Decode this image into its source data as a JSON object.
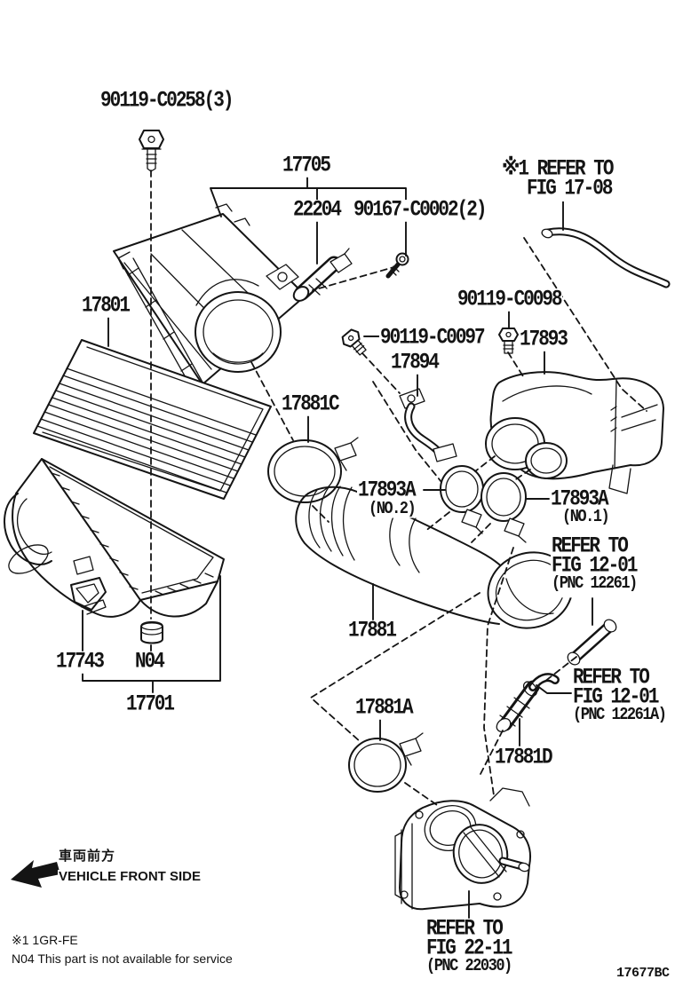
{
  "figure": {
    "code": "17677BC"
  },
  "callouts": {
    "bolt_90119_C0258": "90119-C0258(3)",
    "cap_17705": "17705",
    "maf_22204": "22204",
    "screw_90167": "90167-C0002(2)",
    "bolt_90119_C0098": "90119-C0098",
    "bolt_90119_C0097": "90119-C0097",
    "resonator_17893": "17893",
    "bracket_17894": "17894",
    "element_17801": "17801",
    "clamp_17881C": "17881C",
    "clamp_17893A": "17893A",
    "clamp_17893A_no2_note": "(NO.2)",
    "clamp_17893A_no1_note": "(NO.1)",
    "hose_17881": "17881",
    "clip_17743": "17743",
    "grommet_N04": "N04",
    "case_17701": "17701",
    "clamp_17881A": "17881A",
    "hose_17881D": "17881D"
  },
  "references": {
    "fig_17_08": {
      "line1": "※1 REFER TO",
      "line2": "FIG 17-08"
    },
    "fig_12_01_a": {
      "line1": "REFER TO",
      "line2": "FIG 12-01",
      "line3": "(PNC 12261)"
    },
    "fig_12_01_b": {
      "line1": "REFER TO",
      "line2": "FIG 12-01",
      "line3": "(PNC 12261A)"
    },
    "fig_22_11": {
      "line1": "REFER TO",
      "line2": "FIG 22-11",
      "line3": "(PNC 22030)"
    }
  },
  "direction_indicator": {
    "jp": "車両前方",
    "en": "VEHICLE FRONT SIDE"
  },
  "footnotes": {
    "engine": "※1 1GR-FE",
    "service": "N04 This part is not available for service"
  },
  "colors": {
    "line": "#141414",
    "background": "#ffffff"
  }
}
